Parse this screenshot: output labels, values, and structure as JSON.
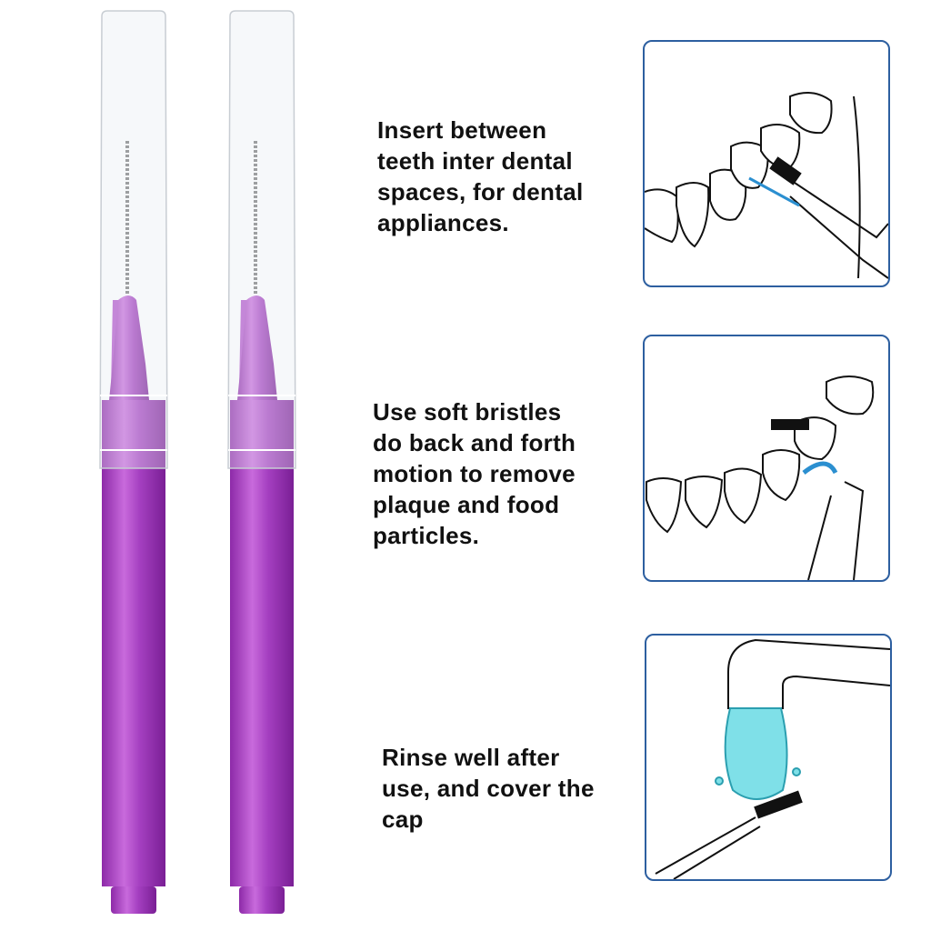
{
  "colors": {
    "handle": "#a43fc0",
    "handle_light": "#c868dc",
    "panel_border": "#2d5fa0",
    "arrow": "#2b8fd0",
    "water": "#7fe0e8"
  },
  "steps": [
    {
      "lines": [
        "Insert between",
        "teeth inter dental",
        "spaces, for dental",
        "appliances."
      ],
      "icon": "insert-between-teeth-illustration"
    },
    {
      "lines": [
        "Use soft bristles",
        "do back and forth",
        "motion to remove",
        "plaque and food",
        "particles."
      ],
      "icon": "brushing-motion-illustration"
    },
    {
      "lines": [
        "Rinse well after",
        "use, and cover the",
        "cap"
      ],
      "icon": "rinse-under-tap-illustration"
    }
  ]
}
